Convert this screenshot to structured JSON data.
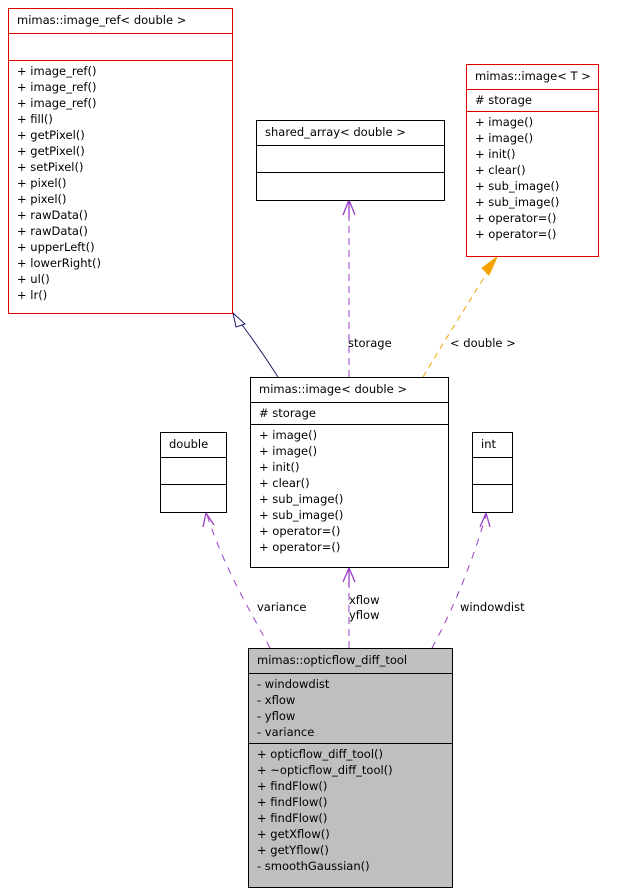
{
  "classes": {
    "image_ref": {
      "name": "mimas::image_ref< double >",
      "attributes": [],
      "methods": [
        "+ image_ref()",
        "+ image_ref()",
        "+ image_ref()",
        "+ fill()",
        "+ getPixel()",
        "+ getPixel()",
        "+ setPixel()",
        "+ pixel()",
        "+ pixel()",
        "+ rawData()",
        "+ rawData()",
        "+ upperLeft()",
        "+ lowerRight()",
        "+ ul()",
        "+ lr()"
      ]
    },
    "shared_array": {
      "name": "shared_array< double >",
      "attributes": [],
      "methods": []
    },
    "image_T": {
      "name": "mimas::image< T >",
      "attributes": [
        "# storage"
      ],
      "methods": [
        "+ image()",
        "+ image()",
        "+ init()",
        "+ clear()",
        "+ sub_image()",
        "+ sub_image()",
        "+ operator=()",
        "+ operator=()"
      ]
    },
    "image_double": {
      "name": "mimas::image< double >",
      "attributes": [
        "# storage"
      ],
      "methods": [
        "+ image()",
        "+ image()",
        "+ init()",
        "+ clear()",
        "+ sub_image()",
        "+ sub_image()",
        "+ operator=()",
        "+ operator=()"
      ]
    },
    "double": {
      "name": "double",
      "attributes": [],
      "methods": []
    },
    "int": {
      "name": "int",
      "attributes": [],
      "methods": []
    },
    "opticflow": {
      "name": "mimas::opticflow_diff_tool",
      "attributes": [
        "- windowdist",
        "- xflow",
        "- yflow",
        "- variance"
      ],
      "methods": [
        "+ opticflow_diff_tool()",
        "+ ~opticflow_diff_tool()",
        "+ findFlow()",
        "+ findFlow()",
        "+ findFlow()",
        "+ getXflow()",
        "+ getYflow()",
        "- smoothGaussian()"
      ]
    }
  },
  "edge_labels": {
    "storage": "storage",
    "template_arg": "< double >",
    "variance": "variance",
    "xflow": "xflow",
    "yflow": "yflow",
    "windowdist": "windowdist"
  },
  "colors": {
    "inheritance": "#1a1a6e",
    "usage": "#9a3dc8",
    "template": "#f5a300",
    "template_class_border": "#e00000",
    "focus_fill": "#bfbfbf"
  }
}
